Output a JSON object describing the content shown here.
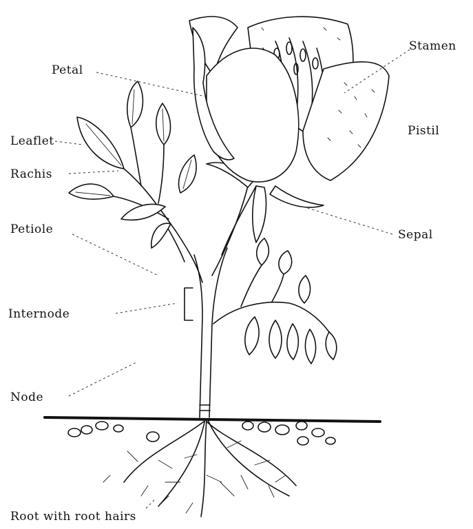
{
  "labels": {
    "petal": "Petal",
    "stamen": "Stamen",
    "pistil": "Pistil",
    "leaflet": "Leaflet",
    "rachis": "Rachis",
    "petiole": "Petiole",
    "sepal": "Sepal",
    "internode": "Internode",
    "node": "Node",
    "root": "Root with root hairs"
  }
}
